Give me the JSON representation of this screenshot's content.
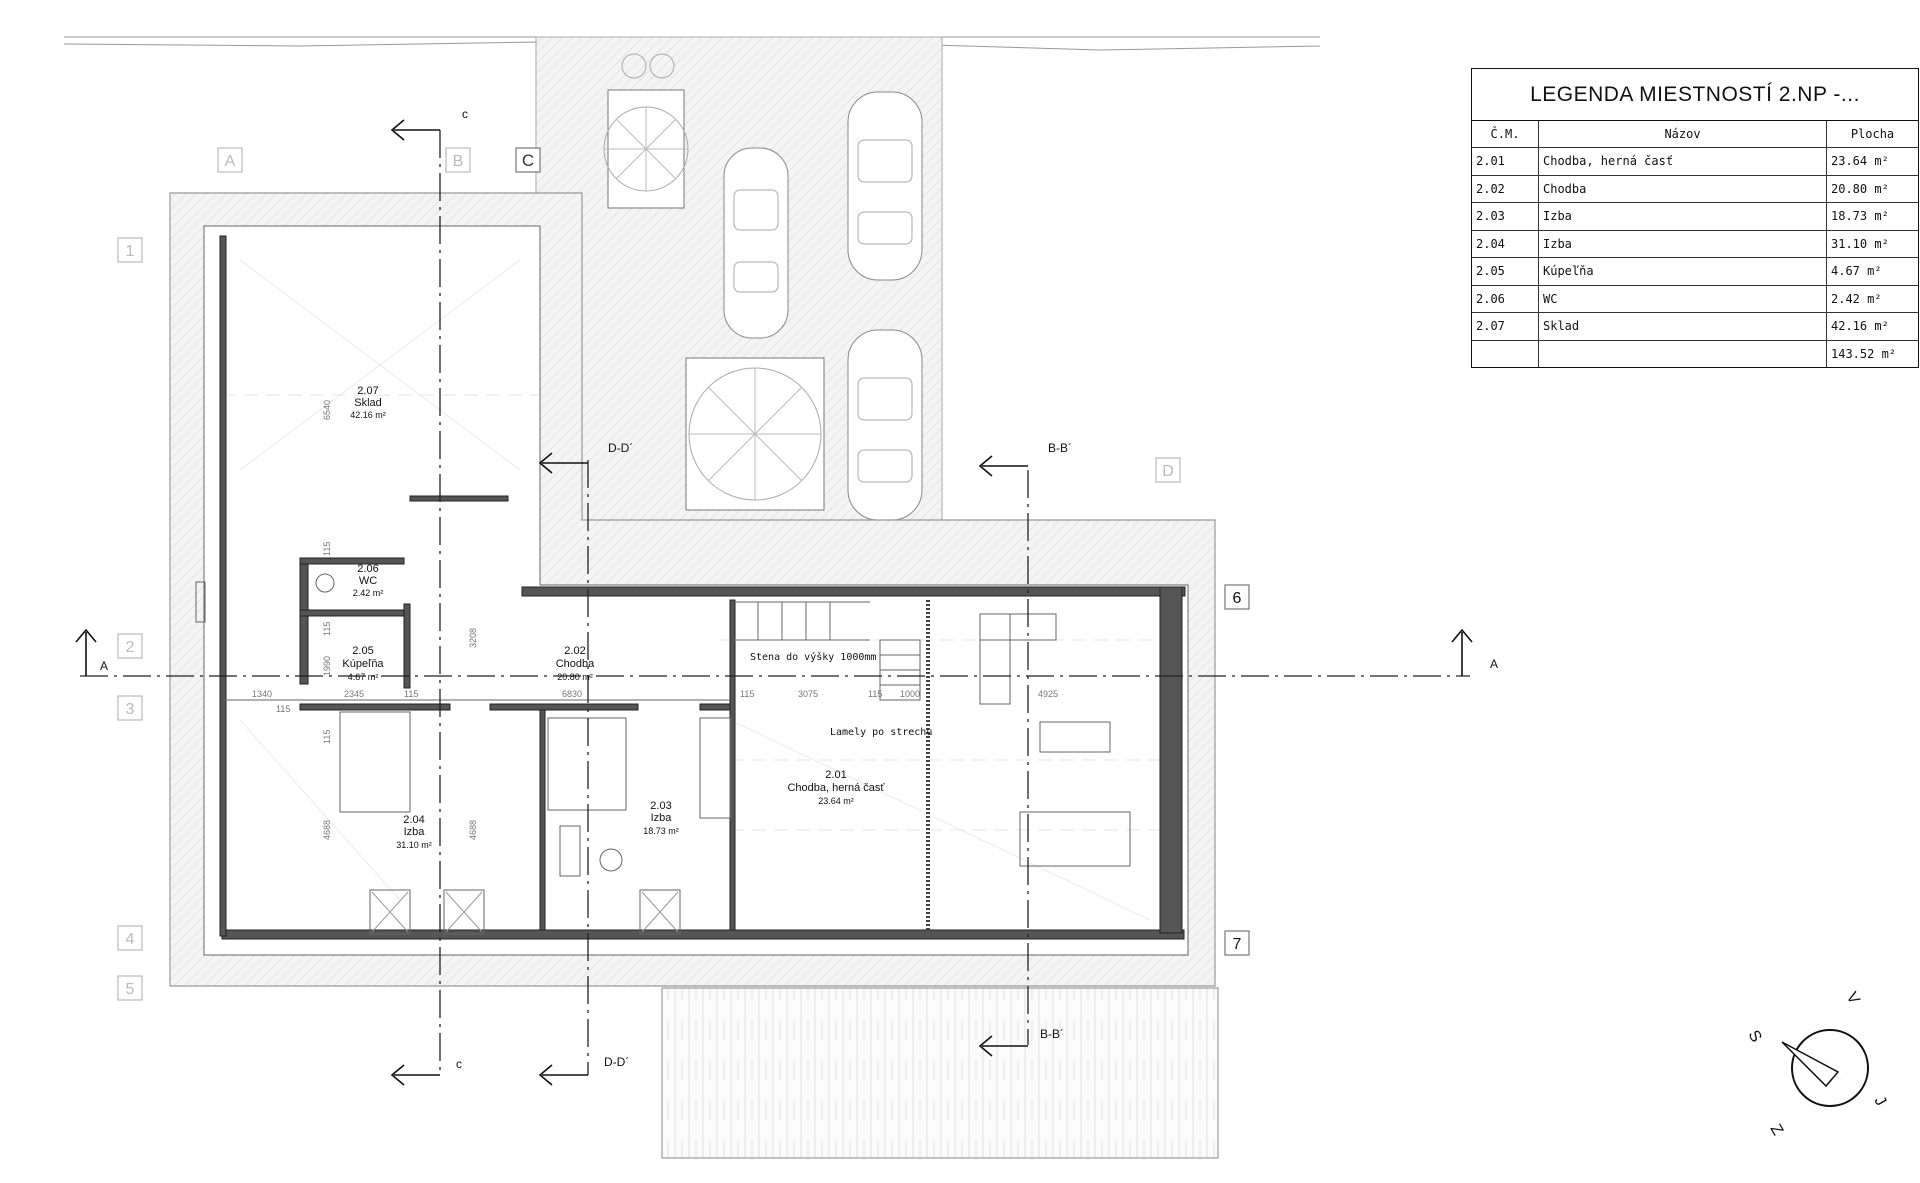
{
  "legend": {
    "title": "LEGENDA MIESTNOSTÍ 2.NP -...",
    "columns": [
      "Č.M.",
      "Názov",
      "Plocha"
    ],
    "rows": [
      {
        "id": "2.01",
        "name": "Chodba, herná časť",
        "area": "23.64 m²"
      },
      {
        "id": "2.02",
        "name": "Chodba",
        "area": "20.80 m²"
      },
      {
        "id": "2.03",
        "name": "Izba",
        "area": "18.73 m²"
      },
      {
        "id": "2.04",
        "name": "Izba",
        "area": "31.10 m²"
      },
      {
        "id": "2.05",
        "name": "Kúpeľňa",
        "area": "4.67 m²"
      },
      {
        "id": "2.06",
        "name": "WC",
        "area": "2.42 m²"
      },
      {
        "id": "2.07",
        "name": "Sklad",
        "area": "42.16 m²"
      }
    ],
    "total": "143.52 m²"
  },
  "rooms": [
    {
      "id": "2.07",
      "name": "Sklad",
      "area": "42.16 m²"
    },
    {
      "id": "2.06",
      "name": "WC",
      "area": "2.42 m²"
    },
    {
      "id": "2.05",
      "name": "Kúpeľňa",
      "area": "4.67 m²"
    },
    {
      "id": "2.02",
      "name": "Chodba",
      "area": "20.80 m²"
    },
    {
      "id": "2.04",
      "name": "Izba",
      "area": "31.10 m²"
    },
    {
      "id": "2.03",
      "name": "Izba",
      "area": "18.73 m²"
    },
    {
      "id": "2.01",
      "name": "Chodba, herná časť",
      "area": "23.64 m²"
    }
  ],
  "grid": {
    "letters": [
      "A",
      "B",
      "C",
      "D"
    ],
    "numbers": [
      "1",
      "2",
      "3",
      "4",
      "5",
      "6",
      "7"
    ]
  },
  "sections": {
    "a": "A",
    "b": "B-B´",
    "c": "c",
    "d": "D-D´"
  },
  "dimensions": {
    "d6540": "6540",
    "d115a": "115",
    "d115b": "115",
    "d1990": "1990",
    "d3208": "3208",
    "d1340": "1340",
    "d2345": "2345",
    "d115c": "115",
    "d115d": "115",
    "d6830": "6830",
    "d115e": "115",
    "d3075": "3075",
    "d115f": "115",
    "d1000": "1000",
    "d4925": "4925",
    "d115g": "115",
    "d4688a": "4688",
    "d4688b": "4688"
  },
  "notes": {
    "wall": "Stena do výšky 1000mm",
    "lamely": "Lamely po strechu"
  },
  "compass": {
    "s": "S",
    "v": "V",
    "j": "J",
    "z": "Z"
  }
}
